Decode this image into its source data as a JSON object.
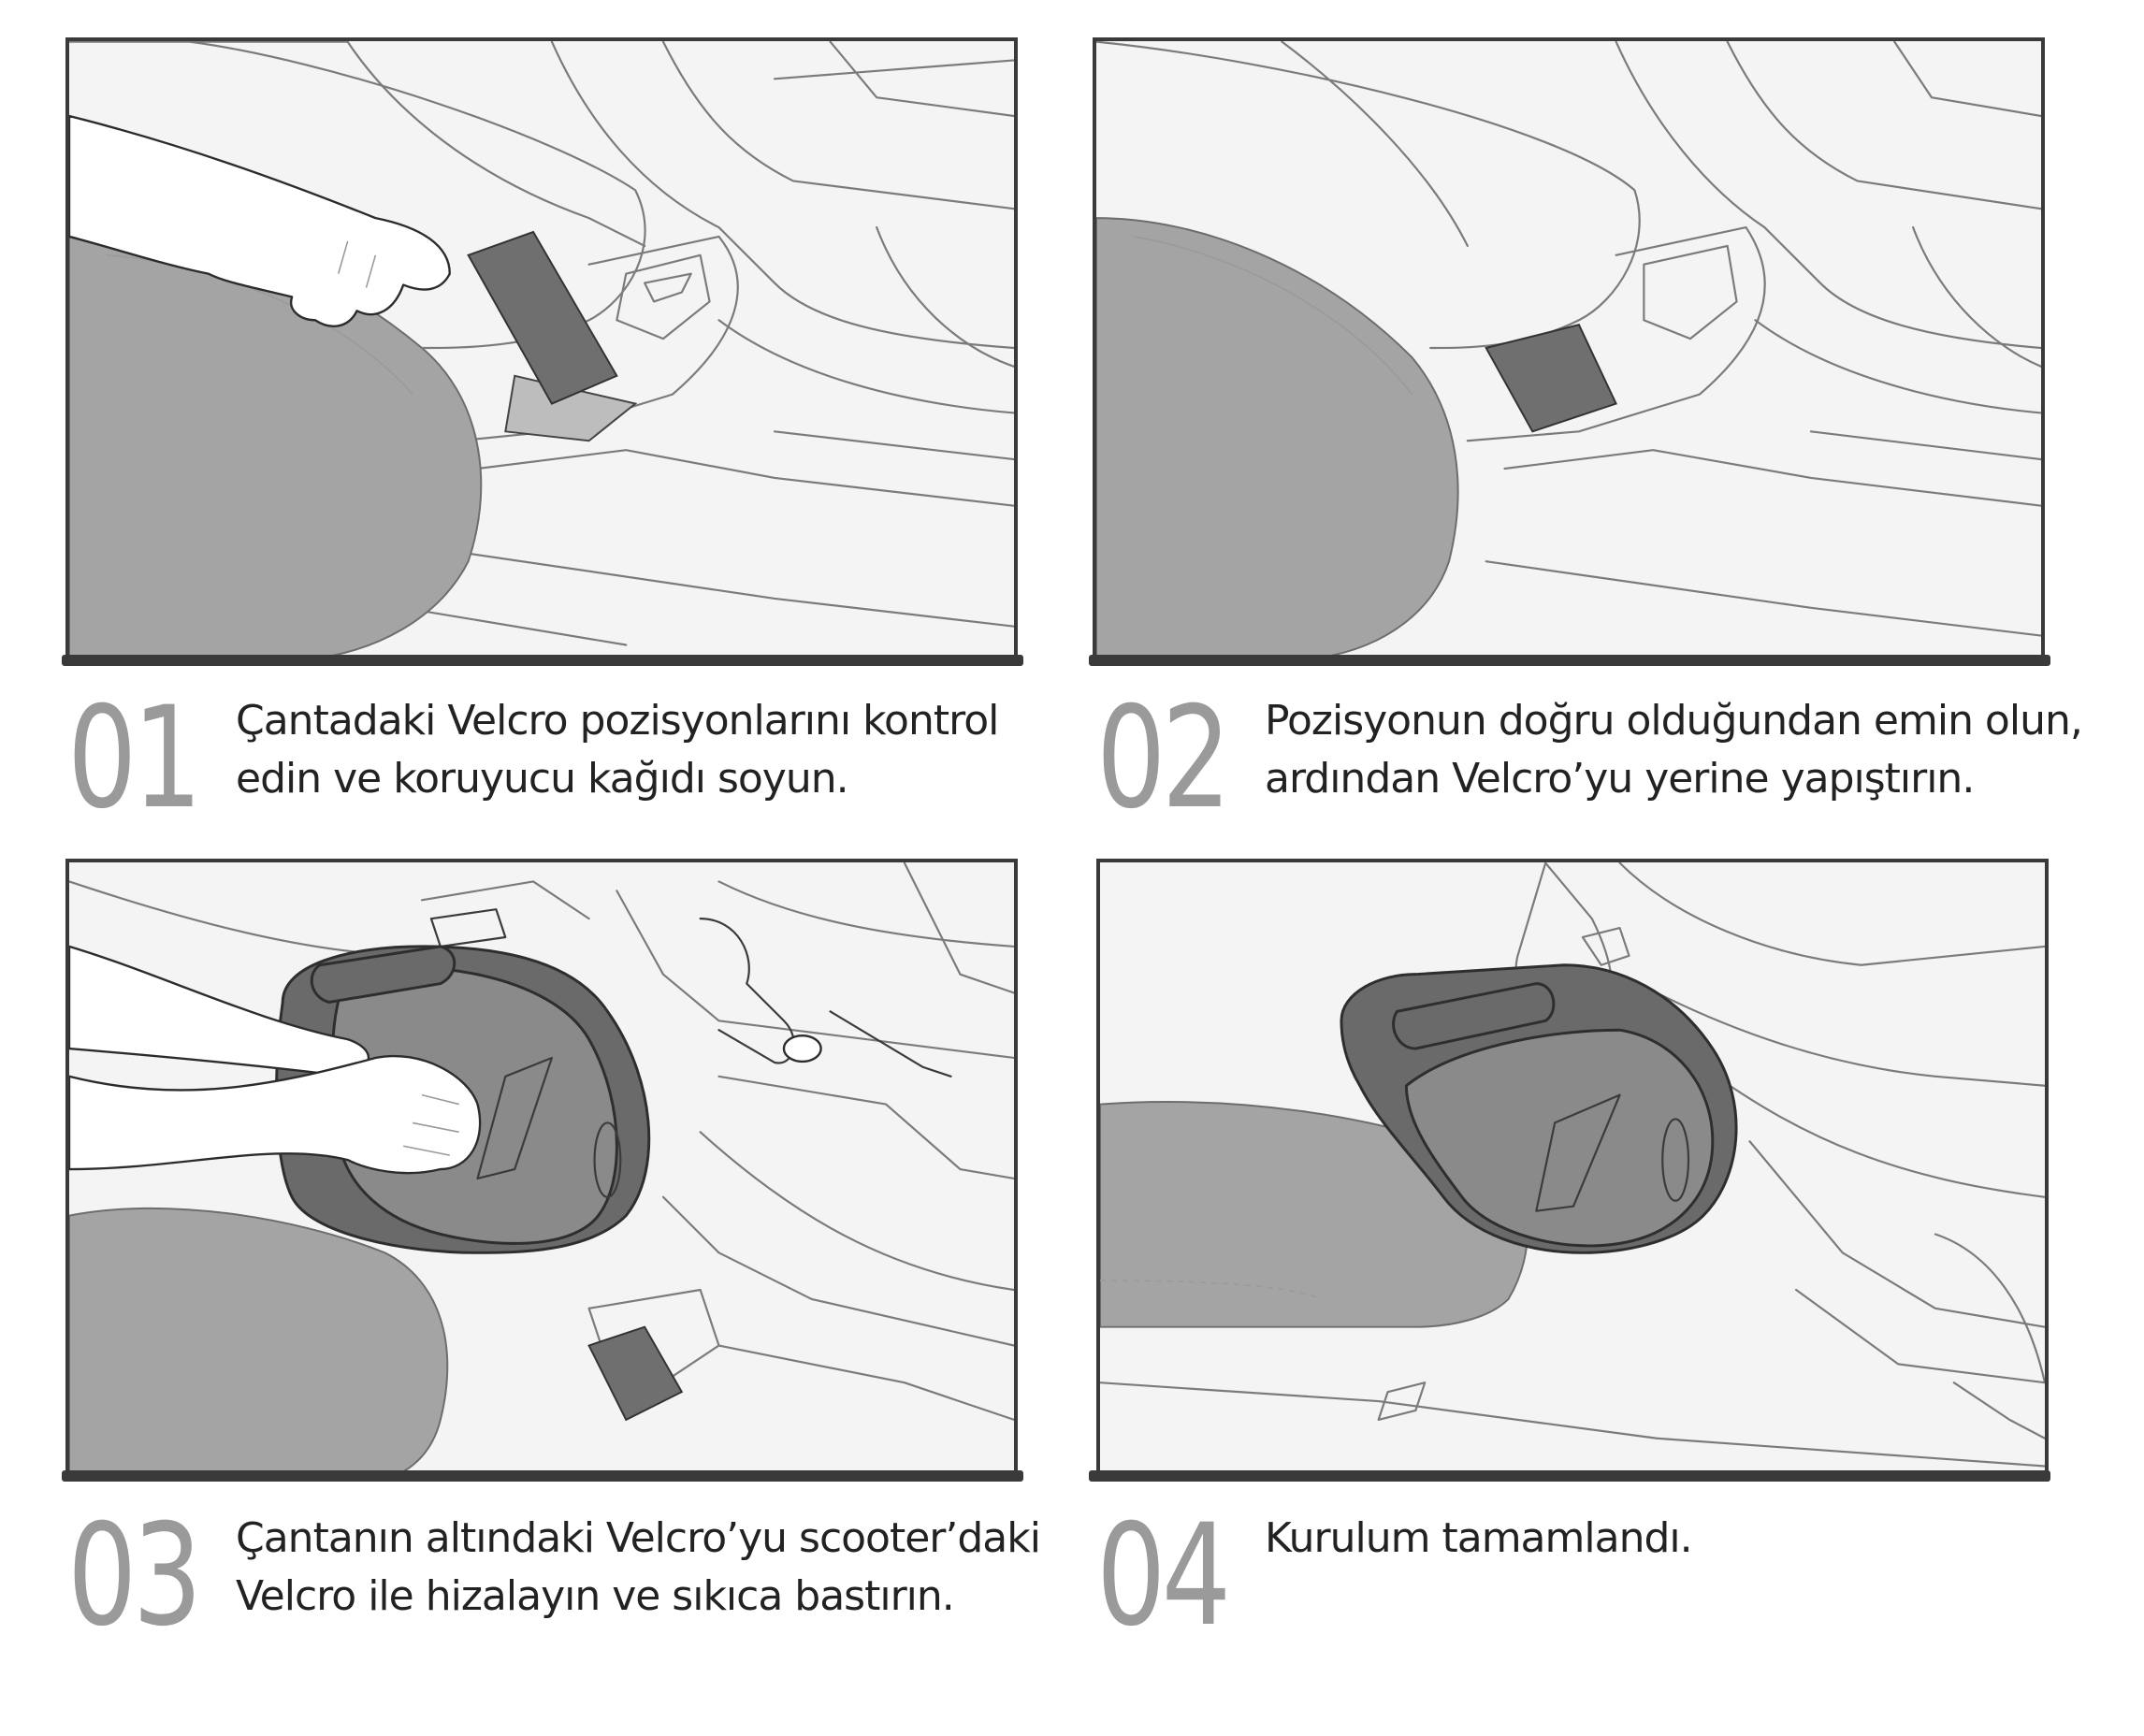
{
  "steps": [
    {
      "number": "01",
      "text_line1": "Çantadaki Velcro pozisyonlarını kontrol",
      "text_line2": "edin ve koruyucu kağıdı soyun."
    },
    {
      "number": "02",
      "text_line1": "Pozisyonun doğru olduğundan emin olun,",
      "text_line2": "ardından Velcro’yu yerine yapıştırın."
    },
    {
      "number": "03",
      "text_line1": "Çantanın altındaki Velcro’yu scooter’daki",
      "text_line2": "Velcro ile hizalayın ve sıkıca bastırın."
    },
    {
      "number": "04",
      "text_line1": "Kurulum tamamlandı.",
      "text_line2": ""
    }
  ],
  "colors": {
    "frame": "#3a3a3a",
    "step_number": "#9a9a9a",
    "text": "#222222",
    "panel_bg": "#ececec"
  }
}
